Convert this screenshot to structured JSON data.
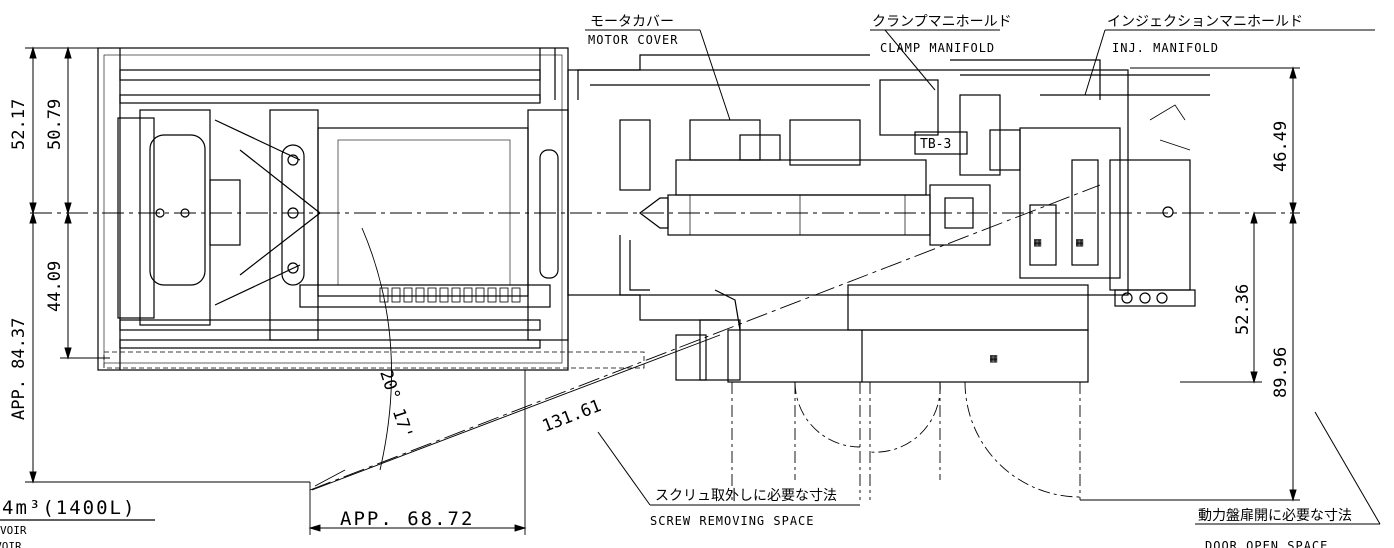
{
  "callouts": {
    "motor_cover": {
      "jp": "モータカバー",
      "en": "MOTOR COVER"
    },
    "clamp_manifold": {
      "jp": "クランプマニホールド",
      "en": "CLAMP MANIFOLD"
    },
    "injection_manifold": {
      "jp": "インジェクションマニホールド",
      "en": "INJ. MANIFOLD"
    },
    "terminal_block": "TB-3",
    "screw_removing": {
      "jp": "スクリュ取外しに必要な寸法",
      "en": "SCREW REMOVING SPACE"
    },
    "door_open": {
      "jp": "動力盤扉開に必要な寸法",
      "en": "DOOR OPEN SPACE"
    }
  },
  "dimensions": {
    "left_outer_top": "52.17",
    "left_inner_top": "50.79",
    "left_inner_bottom": "44.09",
    "left_outer_bottom": "APP. 84.37",
    "right_top": "46.49",
    "right_inner_bottom": "52.36",
    "right_outer_bottom": "89.96",
    "screw_length": "131.61",
    "screw_angle": "20° 17'",
    "bottom_app": "APP. 68.72"
  },
  "reservoir": {
    "capacity": "4m³(1400L)",
    "label_top": "VOIR",
    "label_bottom": "RESERVOIR"
  }
}
